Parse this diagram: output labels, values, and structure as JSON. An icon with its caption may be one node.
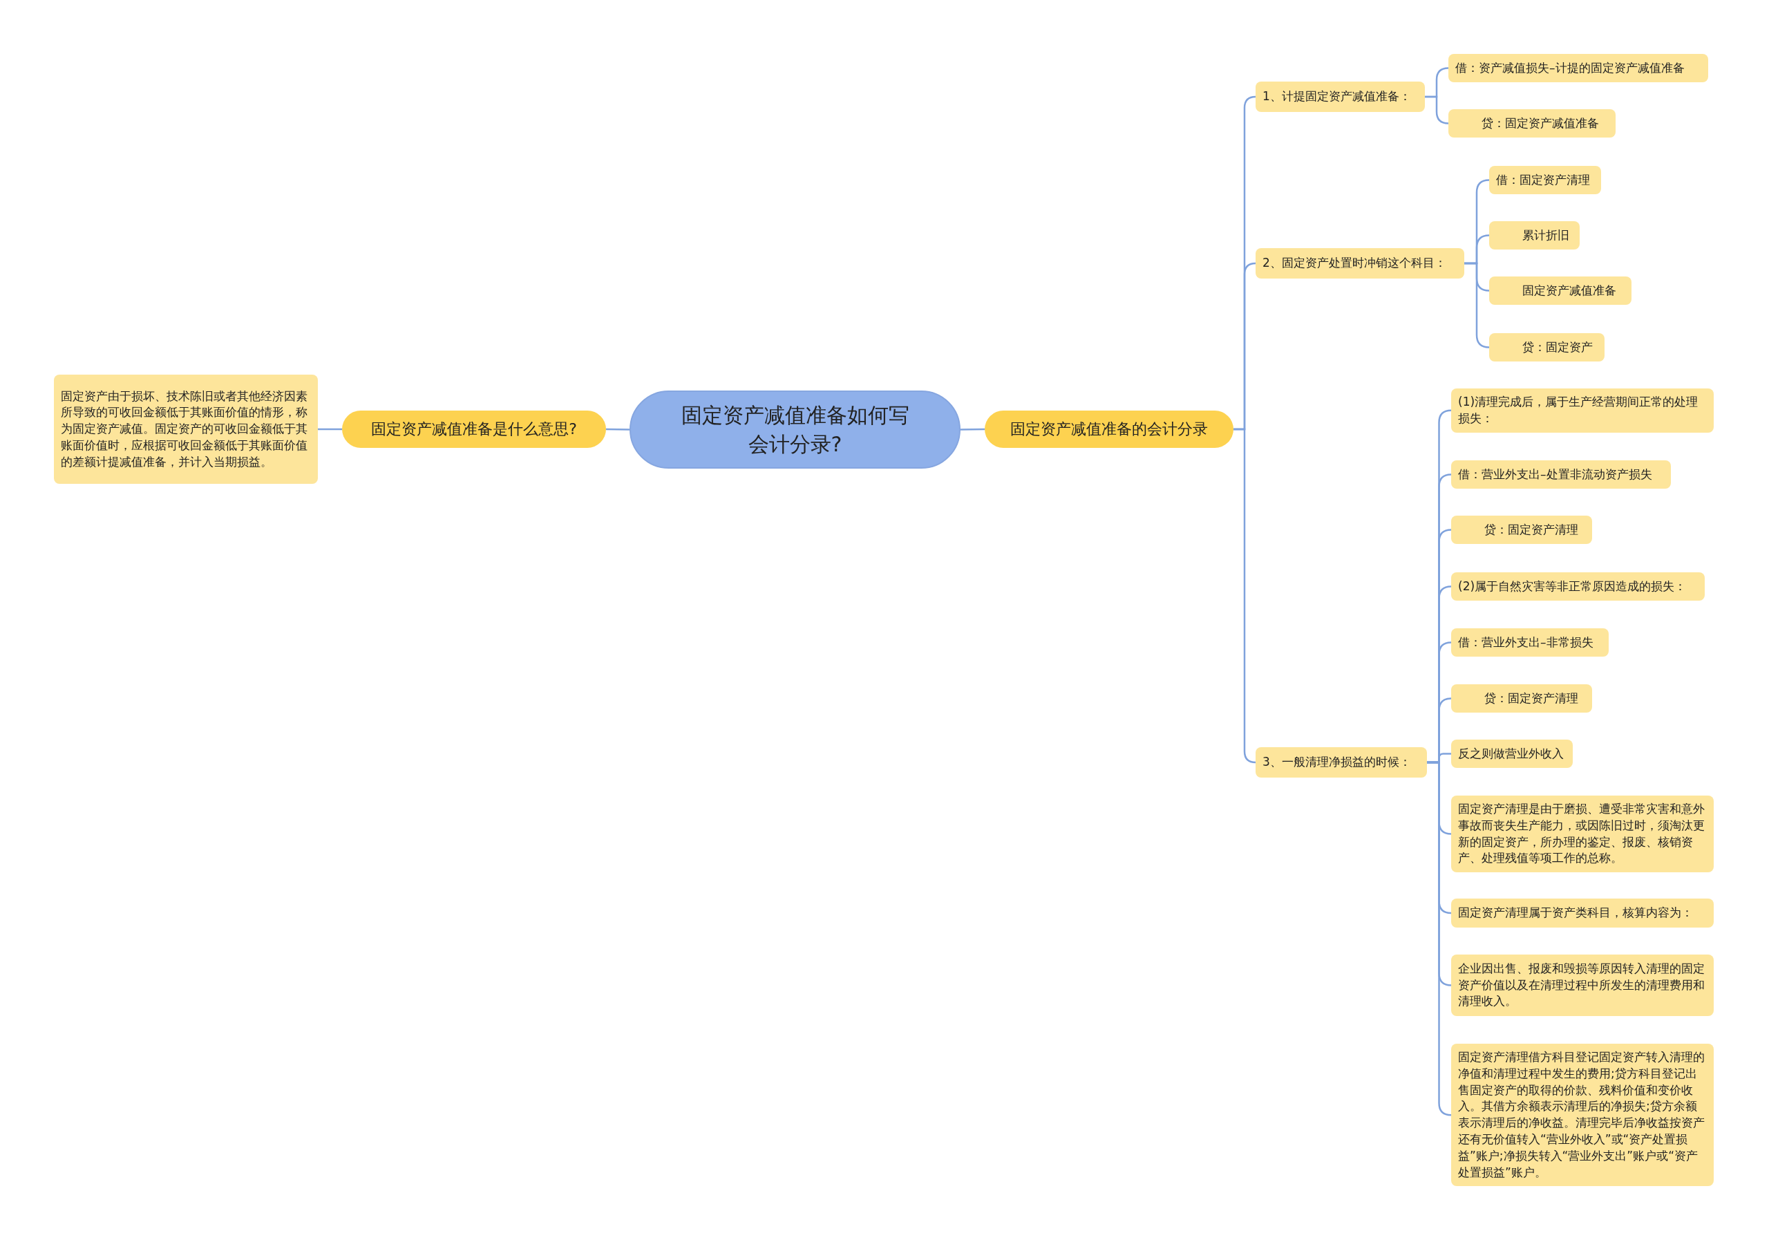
{
  "diagram": {
    "nodes": [
      {
        "text": [
          "固定资产减值准备如何写会计分录?"
        ]
      },
      {
        "text": [
          "固定资产减值准备是什么意思?"
        ]
      },
      {
        "text": [
          "固定资产由于损坏、技术陈旧或者其他经济因素所导致的可收回金额低于其账面价值的情形，称为固定资产减值。固定资产的可收回金额低于其账面价值时，应根据可收回金额低于其账面价值的差额计提减值准备，并计入当期损益。"
        ]
      },
      {
        "text": [
          "固定资产减值准备的会计分录"
        ]
      },
      {
        "text": [
          "1、计提固定资产减值准备："
        ]
      },
      {
        "text": [
          "借：资产减值损失–计提的固定资产减值准备"
        ]
      },
      {
        "text": [
          "贷：固定资产减值准备"
        ]
      },
      {
        "text": [
          "2、固定资产处置时冲销这个科目："
        ]
      },
      {
        "text": [
          "借：固定资产清理"
        ]
      },
      {
        "text": [
          "累计折旧"
        ]
      },
      {
        "text": [
          "固定资产减值准备"
        ]
      },
      {
        "text": [
          "贷：固定资产"
        ]
      },
      {
        "text": [
          "3、一般清理净损益的时候："
        ]
      },
      {
        "text": [
          "(1)清理完成后，属于生产经营期间正常的处理损失："
        ]
      },
      {
        "text": [
          "借：营业外支出–处置非流动资产损失"
        ]
      },
      {
        "text": [
          "贷：固定资产清理"
        ]
      },
      {
        "text": [
          "(2)属于自然灾害等非正常原因造成的损失："
        ]
      },
      {
        "text": [
          "借：营业外支出–非常损失"
        ]
      },
      {
        "text": [
          "贷：固定资产清理"
        ]
      },
      {
        "text": [
          "反之则做营业外收入"
        ]
      },
      {
        "text": [
          "固定资产清理是由于磨损、遭受非常灾害和意外事故而丧失生产能力，或因陈旧过时，须淘汰更新的固定资产，所办理的鉴定、报废、核销资产、处理残值等项工作的总称。"
        ]
      },
      {
        "text": [
          "固定资产清理属于资产类科目，核算内容为："
        ]
      },
      {
        "text": [
          "企业因出售、报废和毁损等原因转入清理的固定资产价值以及在清理过程中所发生的清理费用和清理收入。"
        ]
      },
      {
        "text": [
          "固定资产清理借方科目登记固定资产转入清理的净值和清理过程中发生的费用;贷方科目登记出售固定资产的取得的价款、残料价值和变价收入。其借方余额表示清理后的净损失;贷方余额表示清理后的净收益。清理完毕后净收益按资产还有无价值转入“营业外收入”或“资产处置损益”账户;净损失转入“营业外支出”账户或“资产处置损益”账户。"
        ]
      }
    ],
    "edges": [
      {
        "from": 0,
        "to": 1,
        "arrow": "none"
      },
      {
        "from": 1,
        "to": 2,
        "arrow": "none"
      },
      {
        "from": 0,
        "to": 3,
        "arrow": "none"
      },
      {
        "from": 3,
        "to": 4,
        "arrow": "none"
      },
      {
        "from": 3,
        "to": 7,
        "arrow": "none"
      },
      {
        "from": 3,
        "to": 12,
        "arrow": "none"
      },
      {
        "from": 4,
        "to": 5,
        "arrow": "none"
      },
      {
        "from": 4,
        "to": 6,
        "arrow": "none"
      },
      {
        "from": 7,
        "to": 8,
        "arrow": "none"
      },
      {
        "from": 7,
        "to": 9,
        "arrow": "none"
      },
      {
        "from": 7,
        "to": 10,
        "arrow": "none"
      },
      {
        "from": 7,
        "to": 11,
        "arrow": "none"
      },
      {
        "from": 12,
        "to": 13,
        "arrow": "none"
      },
      {
        "from": 12,
        "to": 14,
        "arrow": "none"
      },
      {
        "from": 12,
        "to": 15,
        "arrow": "none"
      },
      {
        "from": 12,
        "to": 16,
        "arrow": "none"
      },
      {
        "from": 12,
        "to": 17,
        "arrow": "none"
      },
      {
        "from": 12,
        "to": 18,
        "arrow": "none"
      },
      {
        "from": 12,
        "to": 19,
        "arrow": "none"
      },
      {
        "from": 12,
        "to": 20,
        "arrow": "none"
      },
      {
        "from": 12,
        "to": 21,
        "arrow": "none"
      },
      {
        "from": 12,
        "to": 22,
        "arrow": "none"
      },
      {
        "from": 12,
        "to": 23,
        "arrow": "none"
      }
    ]
  }
}
